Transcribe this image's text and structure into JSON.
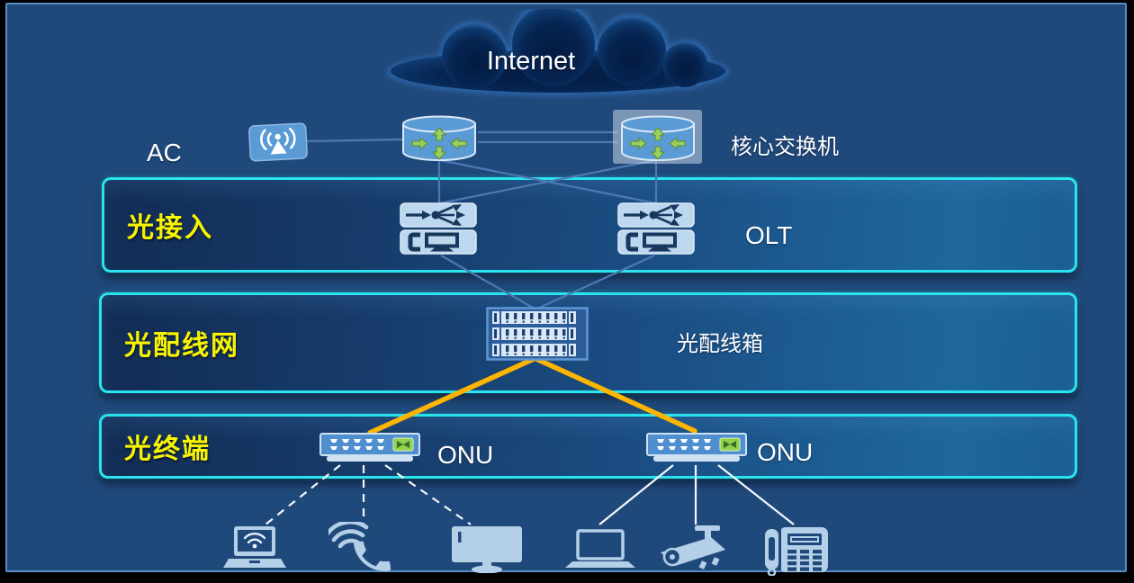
{
  "cloud": {
    "label": "Internet"
  },
  "core_layer": {
    "ac_label": "AC",
    "core_switch_label": "核心交换机"
  },
  "layers": {
    "access": {
      "title": "光接入",
      "device_label": "OLT"
    },
    "distribution": {
      "title": "光配线网",
      "device_label": "光配线箱"
    },
    "terminal": {
      "title": "光终端",
      "onu_left_label": "ONU",
      "onu_right_label": "ONU"
    }
  },
  "end_devices": {
    "left_group": [
      "wifi-laptop",
      "wireless-phone",
      "monitor"
    ],
    "right_group": [
      "laptop",
      "ip-camera",
      "desk-phone"
    ],
    "left_link_style": "dashed",
    "right_link_style": "solid"
  },
  "colors": {
    "background": "#20497B",
    "slide_border": "#5B8AC5",
    "band_border": "#29E4EF",
    "band_fill_dark": "#122C54",
    "band_fill_light": "#1E689C",
    "layer_title_yellow": "#F7F400",
    "link_blue": "#4D79B3",
    "fiber_orange": "#FFB400",
    "device_blue": "#5B9BD5",
    "device_light": "#BDD7EE",
    "endpoint_light_blue": "#B4CFE8",
    "arrow_green": "#92D050",
    "cloud_dark": "#04204A",
    "text_white": "#FFFFFF"
  }
}
